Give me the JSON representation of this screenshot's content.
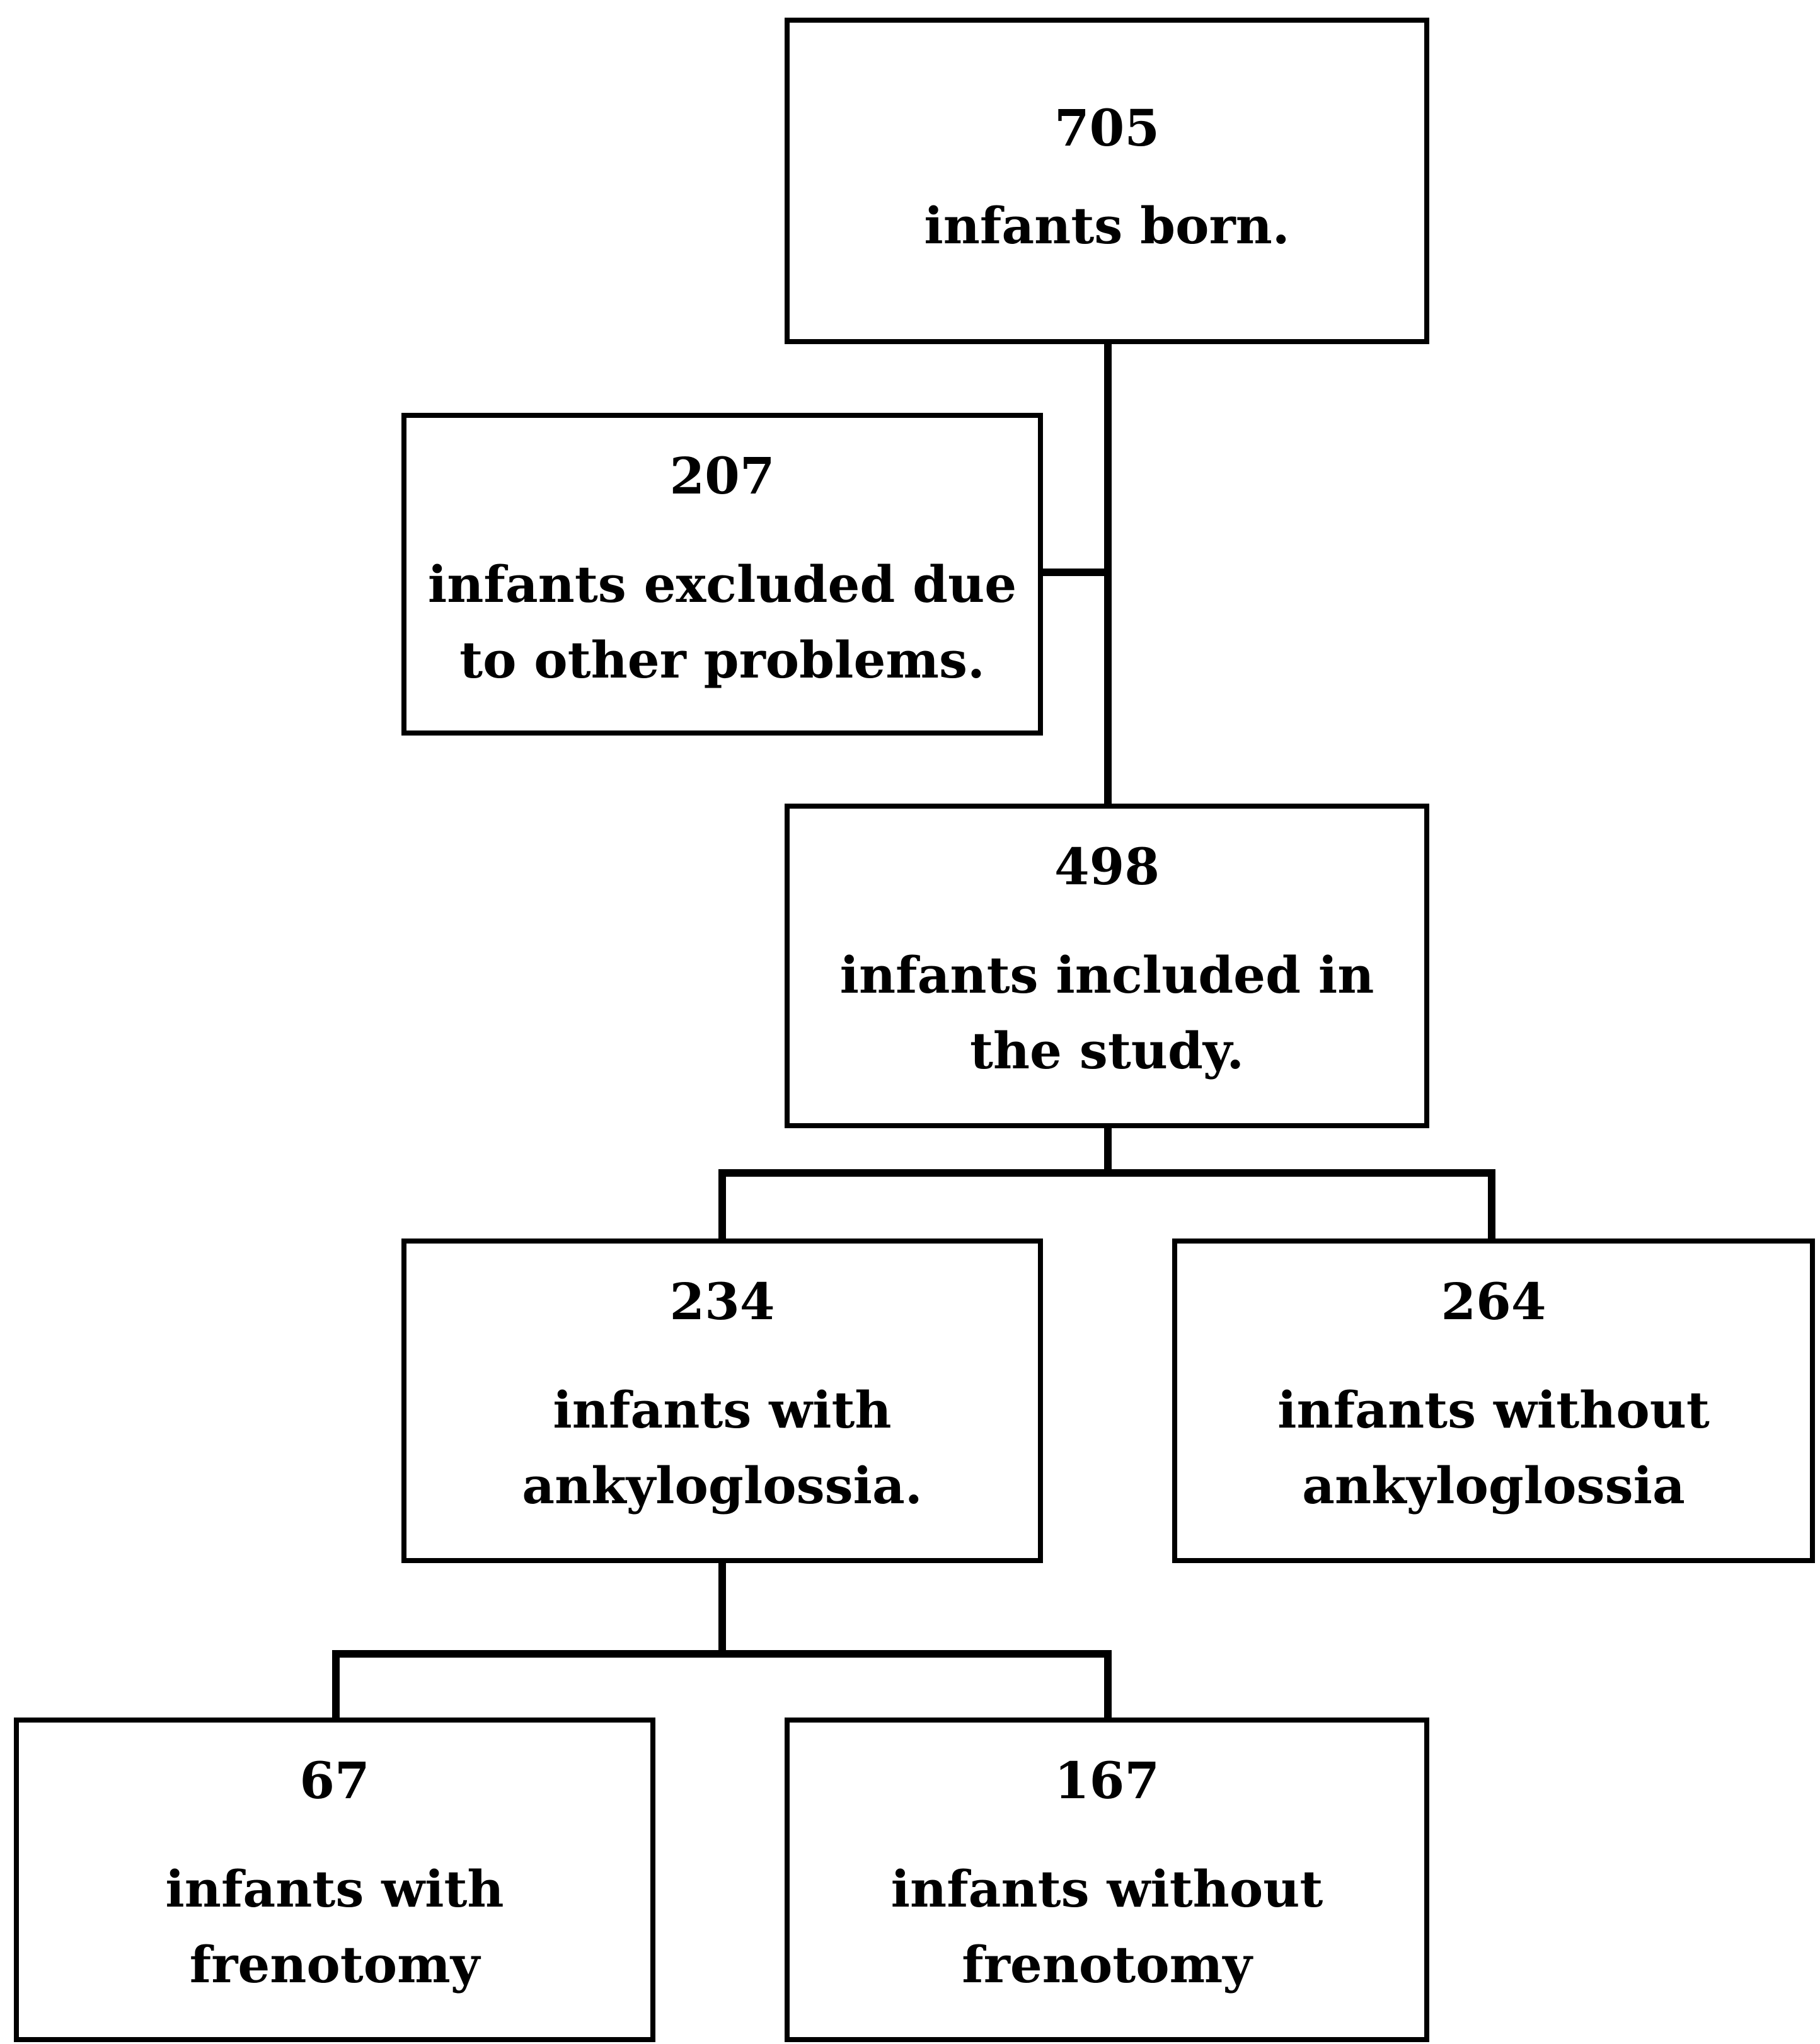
{
  "nodes": {
    "born": {
      "count": "705",
      "label_lines": [
        "infants born."
      ]
    },
    "excluded": {
      "count": "207",
      "label_lines": [
        "infants excluded due",
        "to other problems."
      ]
    },
    "included": {
      "count": "498",
      "label_lines": [
        "infants included in",
        "the study."
      ]
    },
    "with_ankyloglossia": {
      "count": "234",
      "label_lines": [
        "infants with",
        "ankyloglossia."
      ]
    },
    "without_ankyloglossia": {
      "count": "264",
      "label_lines": [
        "infants without",
        "ankyloglossia"
      ]
    },
    "with_frenotomy": {
      "count": "67",
      "label_lines": [
        "infants with",
        "frenotomy"
      ]
    },
    "without_frenotomy": {
      "count": "167",
      "label_lines": [
        "infants without",
        "frenotomy"
      ]
    }
  },
  "edges": [
    {
      "from": "born",
      "to": "excluded"
    },
    {
      "from": "born",
      "to": "included"
    },
    {
      "from": "included",
      "to": "with_ankyloglossia"
    },
    {
      "from": "included",
      "to": "without_ankyloglossia"
    },
    {
      "from": "with_ankyloglossia",
      "to": "with_frenotomy"
    },
    {
      "from": "with_ankyloglossia",
      "to": "without_frenotomy"
    }
  ],
  "colors": {
    "stroke": "#000000",
    "fill": "#ffffff",
    "text": "#000000"
  }
}
